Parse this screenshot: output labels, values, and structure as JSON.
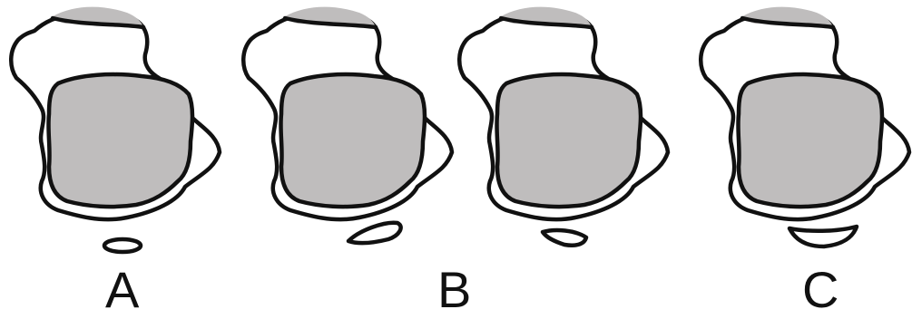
{
  "labels": {
    "a": "A",
    "b": "B",
    "c": "C"
  },
  "colors": {
    "outline": "#111111",
    "core_fill": "#bfbdbd",
    "background": "#ffffff"
  }
}
